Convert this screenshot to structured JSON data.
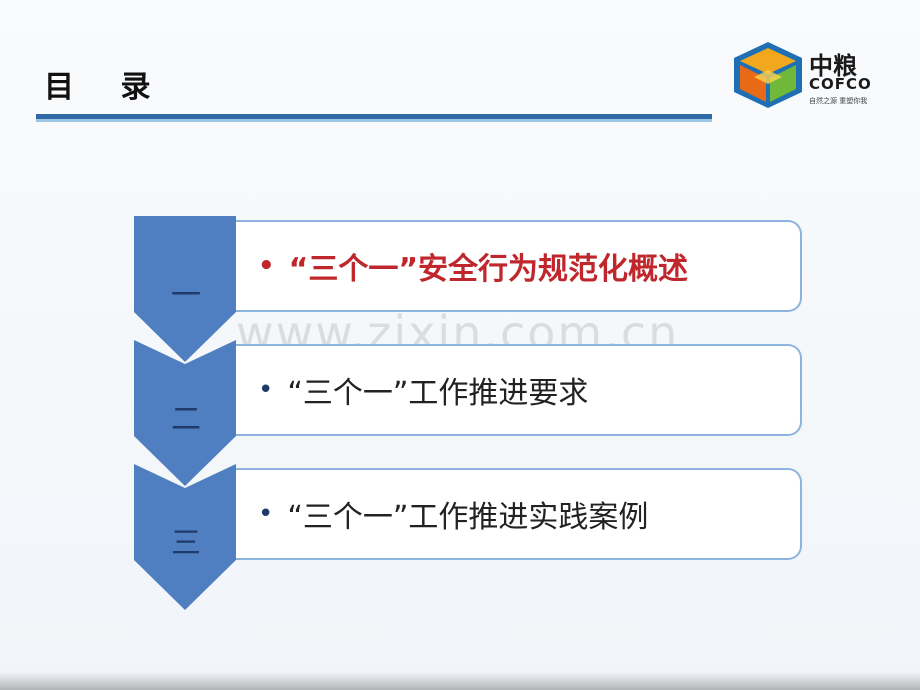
{
  "header": {
    "title": "目 录"
  },
  "logo": {
    "name_cn": "中粮",
    "name_en": "COFCO",
    "slogan": "自然之源 重塑你我"
  },
  "toc": {
    "items": [
      {
        "number": "一",
        "bullet": "•",
        "label": "“三个一”安全行为规范化概述"
      },
      {
        "number": "二",
        "bullet": "•",
        "label": "“三个一”工作推进要求"
      },
      {
        "number": "三",
        "bullet": "•",
        "label": "“三个一”工作推进实践案例"
      }
    ]
  },
  "watermark": {
    "text": "www.zixin.com.cn"
  },
  "colors": {
    "accent_blue": "#2f6aa6",
    "chevron_blue": "#4f7fc0",
    "active_red": "#c0272d",
    "box_border": "#8db4dc"
  }
}
